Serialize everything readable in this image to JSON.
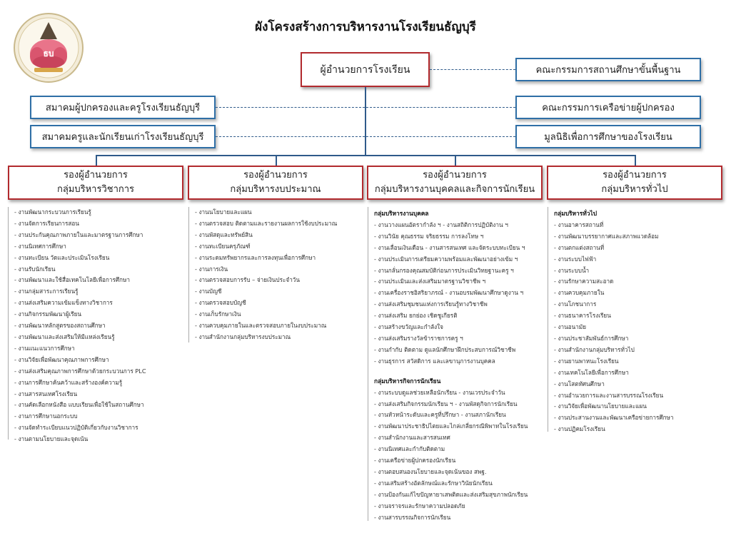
{
  "title": "ผังโครงสร้างการบริหารงานโรงเรียนธัญบุรี",
  "logo": {
    "text": "ธบ"
  },
  "director": "ผู้อำนวยการโรงเรียน",
  "right_boxes": [
    "คณะกรรมการสถานศึกษาขั้นพื้นฐาน",
    "คณะกรรมการเครือข่ายผู้ปกครอง",
    "มูลนิธิเพื่อการศึกษาของโรงเรียน"
  ],
  "left_boxes": [
    "สมาคมผู้ปกครองและครูโรงเรียนธัญบุรี",
    "สมาคมครูและนักเรียนเก่าโรงเรียนธัญบุรี"
  ],
  "departments": [
    {
      "line1": "รองผู้อำนวยการ",
      "line2": "กลุ่มบริหารวิชาการ",
      "items": [
        "งานพัฒนากระบวนการเรียนรู้",
        "งานจัดการเรียนการสอน",
        "งานประกันคุณภาพภายในและมาตรฐานการศึกษา",
        "งานนิเทศการศึกษา",
        "งานทะเบียน วัดและประเมินโรงเรียน",
        "งานรับนักเรียน",
        "งานพัฒนาและใช้สื่อเทคโนโลยีเพื่อการศึกษา",
        "งานกลุ่มสาระการเรียนรู้",
        "งานส่งเสริมความเข้มแข็งทางวิชาการ",
        "งานกิจกรรมพัฒนาผู้เรียน",
        "งานพัฒนาหลักสูตรของสถานศึกษา",
        "งานพัฒนาและส่งเสริมให้มีแหล่งเรียนรู้",
        "งานแนะแนวการศึกษา",
        "งานวิจัยเพื่อพัฒนาคุณภาพการศึกษา",
        "งานส่งเสริมคุณภาพการศึกษาด้วยกระบวนการ PLC",
        "งานการศึกษาค้นคว้าและสร้างองค์ความรู้",
        "งานสารสนเทศโรงเรียน",
        "งานคัดเลือกหนังสือ แบบเรียนเพื่อใช้ในสถานศึกษา",
        "งานการศึกษานอกระบบ",
        "งานจัดทำระเบียบแนวปฏิบัติเกี่ยวกับงานวิชาการ",
        "งานตามนโยบายและจุดเน้น"
      ]
    },
    {
      "line1": "รองผู้อำนวยการ",
      "line2": "กลุ่มบริหารงบประมาณ",
      "items": [
        "งานนโยบายและแผน",
        "งานตรวจสอบ ติดตามและรายงานผลการใช้งบประมาณ",
        "งานพัสดุและทรัพย์สิน",
        "งานทะเบียนครุภัณฑ์",
        "งานระดมทรัพยากรและการลงทุนเพื่อการศึกษา",
        "งานการเงิน",
        "งานตรวจสอบการรับ – จ่ายเงินประจำวัน",
        "งานบัญชี",
        "งานตรวจสอบบัญชี",
        "งานเก็บรักษาเงิน",
        "งานควบคุมภายในและตรวจสอบภายในงบประมาณ",
        "งานสำนักงานกลุ่มบริหารงบประมาณ"
      ]
    },
    {
      "line1": "รองผู้อำนวยการ",
      "line2": "กลุ่มบริหารงานบุคคลและกิจการนักเรียน",
      "sub1": "กลุ่มบริหารงานบุคคล",
      "items1": [
        "งานวางแผนอัตรากำลัง ฯ    - งานสถิติการปฏิบัติงาน ฯ",
        "งานวินัย คุณธรรม จริยธรรม การลงโทษ ฯ",
        "งานเลื่อนเงินเดือน    - งานสารสนเทศ และจัดระบบทะเบียน ฯ",
        "งานประเมินการเตรียมความพร้อมและพัฒนาอย่างเข้ม ฯ",
        "งานกลั่นกรองคุณสมบัติก่อนการประเมินวิทยฐานะครู ฯ",
        "งานประเมินและส่งเสริมมาตรฐานวิชาชีพ ฯ",
        "งานเครื่องราชอิสริยาภรณ์    - งานอบรมพัฒนาศึกษาดูงาน ฯ",
        "งานส่งเสริมชุมชนแห่งการเรียนรู้ทางวิชาชีพ",
        "งานส่งเสริม ยกย่อง เชิดชูเกียรติ",
        "งานสร้างขวัญและกำลังใจ",
        "งานส่งเสริมรางวัลข้าราชการครู ฯ",
        "งานกำกับ ติดตาม ดูแลนักศึกษาฝึกประสบการณ์วิชาชีพ",
        "งานธุรการ สวัสดิการ และเลขานุการงานบุคคล"
      ],
      "sub2": "กลุ่มบริหารกิจการนักเรียน",
      "items2": [
        "งานระบบดูแลช่วยเหลือนักเรียน    - งานเวรประจำวัน",
        "งานส่งเสริมกิจกรรมนักเรียน ฯ    - งานพัสดุกิจการนักเรียน",
        "งานหัวหน้าระดับและครูที่ปรึกษา    - งานสภานักเรียน",
        "งานพัฒนาประชาธิปไตยและไกล่เกลี่ยกรณีพิพาทในโรงเรียน",
        "งานสำนักงานและสารสนเทศ",
        "งานนิเทศและกำกับติดตาม",
        "งานเครือข่ายผู้ปกครองนักเรียน",
        "งานตอบสนองนโยบายและจุดเน้นของ สพฐ.",
        "งานเสริมสร้างอัตลักษณ์และรักษาวินัยนักเรียน",
        "งานป้องกันแก้ไขปัญหายาเสพติดและส่งเสริมสุขภาพนักเรียน",
        "งานจราจรและรักษาความปลอดภัย",
        "งานสารบรรณกิจการนักเรียน"
      ]
    },
    {
      "line1": "รองผู้อำนวยการ",
      "line2": "กลุ่มบริหารทั่วไป",
      "sub1": "กลุ่มบริหารทั่วไป",
      "items1": [
        "งานอาคารสถานที่",
        "งานพัฒนาบรรยากาศและสภาพแวดล้อม",
        "งานตกแต่งสถานที่",
        "งานระบบไฟฟ้า",
        "งานระบบน้ำ",
        "งานรักษาความสะอาด",
        "งานควบคุมภายใน",
        "งานโภชนาการ",
        "งานธนาคารโรงเรียน",
        "งานอนามัย",
        "งานประชาสัมพันธ์การศึกษา",
        "งานสำนักงานกลุ่มบริหารทั่วไป",
        "งานยานพาหนะโรงเรียน",
        "งานเทคโนโลยีเพื่อการศึกษา",
        "งานโสตทัศนศึกษา",
        "งานอำนวยการและงานสารบรรณโรงเรียน",
        "งานวิจัยเพื่อพัฒนานโยบายและแผน",
        "งานประสานงานและพัฒนาเครือข่ายการศึกษา",
        "งานปฏิคมโรงเรียน"
      ]
    }
  ],
  "colors": {
    "red_border": "#b22a2e",
    "blue_border": "#2f6fa6",
    "line": "#2f5a8a"
  }
}
